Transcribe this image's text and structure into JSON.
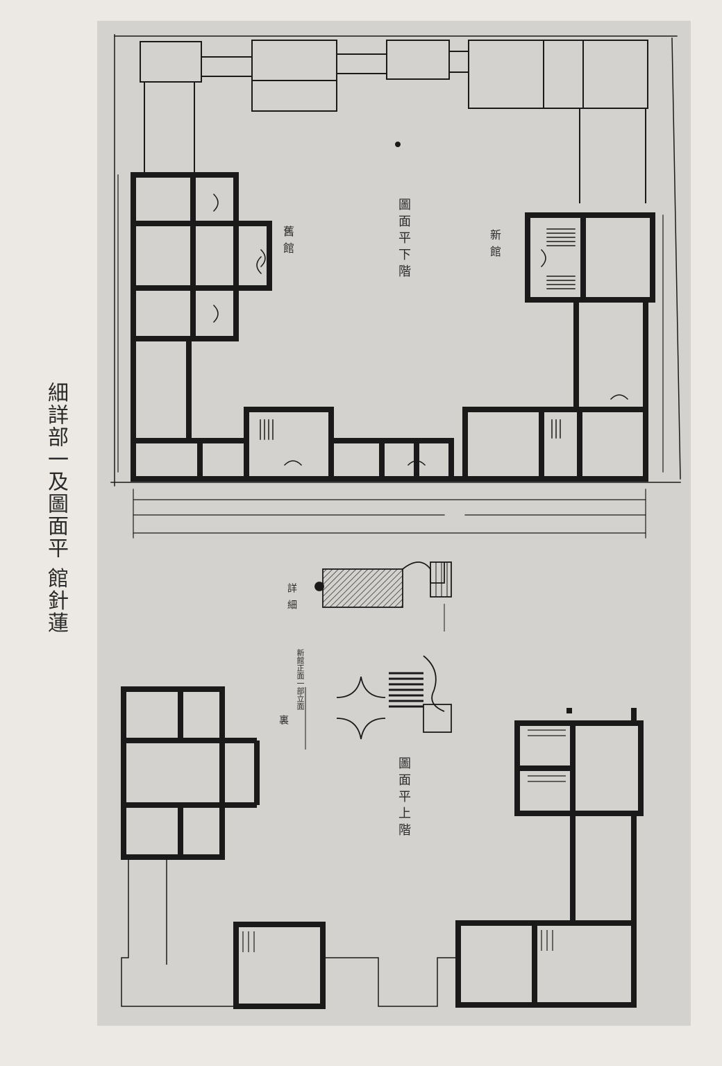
{
  "caption": "細詳部一及圖面平 館針蓮",
  "plans": {
    "ground_floor_title": "圖面平下階",
    "upper_floor_title": "圖面平上階",
    "old_wing_label": "舊館",
    "new_wing_label": "新館",
    "detail_label": "詳細",
    "rear_label": "裏",
    "section_note": "新館正面一部立面"
  },
  "colors": {
    "ink": "#1a1a1a",
    "paper": "#d4d2cf",
    "background": "#ece9e4"
  }
}
